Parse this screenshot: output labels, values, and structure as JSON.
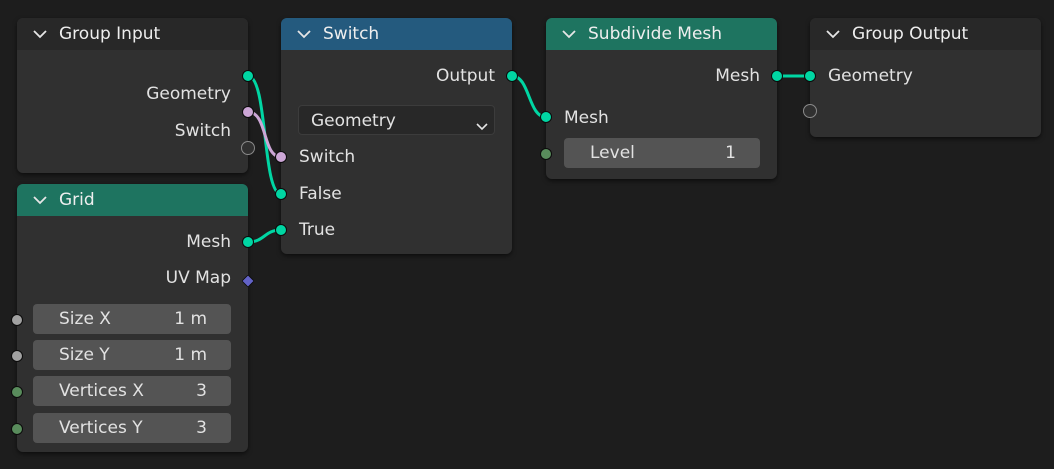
{
  "colors": {
    "background": "#1d1d1d",
    "node_body": "#303030",
    "header_input_output": "#282828",
    "header_geometry": "#1e7460",
    "header_switch": "#245a7e",
    "socket_geometry": "#00d6a3",
    "socket_boolean": "#cca6d6",
    "socket_float": "#a1a1a1",
    "socket_integer": "#598c5c",
    "socket_vector": "#6363c7",
    "link_geometry": "#00d6a3",
    "link_boolean": "#cca6d6"
  },
  "nodes": {
    "group_input": {
      "title": "Group Input",
      "geometry": "Geometry",
      "switch": "Switch"
    },
    "grid": {
      "title": "Grid",
      "mesh": "Mesh",
      "uv_map": "UV Map",
      "size_x": {
        "label": "Size X",
        "value": "1 m"
      },
      "size_y": {
        "label": "Size Y",
        "value": "1 m"
      },
      "vertices_x": {
        "label": "Vertices X",
        "value": "3"
      },
      "vertices_y": {
        "label": "Vertices Y",
        "value": "3"
      }
    },
    "switch": {
      "title": "Switch",
      "output": "Output",
      "type_selected": "Geometry",
      "switch": "Switch",
      "false": "False",
      "true": "True"
    },
    "subdivide_mesh": {
      "title": "Subdivide Mesh",
      "mesh_out": "Mesh",
      "mesh_in": "Mesh",
      "level": {
        "label": "Level",
        "value": "1"
      }
    },
    "group_output": {
      "title": "Group Output",
      "geometry": "Geometry"
    }
  },
  "icons": {
    "collapse": "chevron-down-icon",
    "dropdown": "chevron-down-icon"
  }
}
